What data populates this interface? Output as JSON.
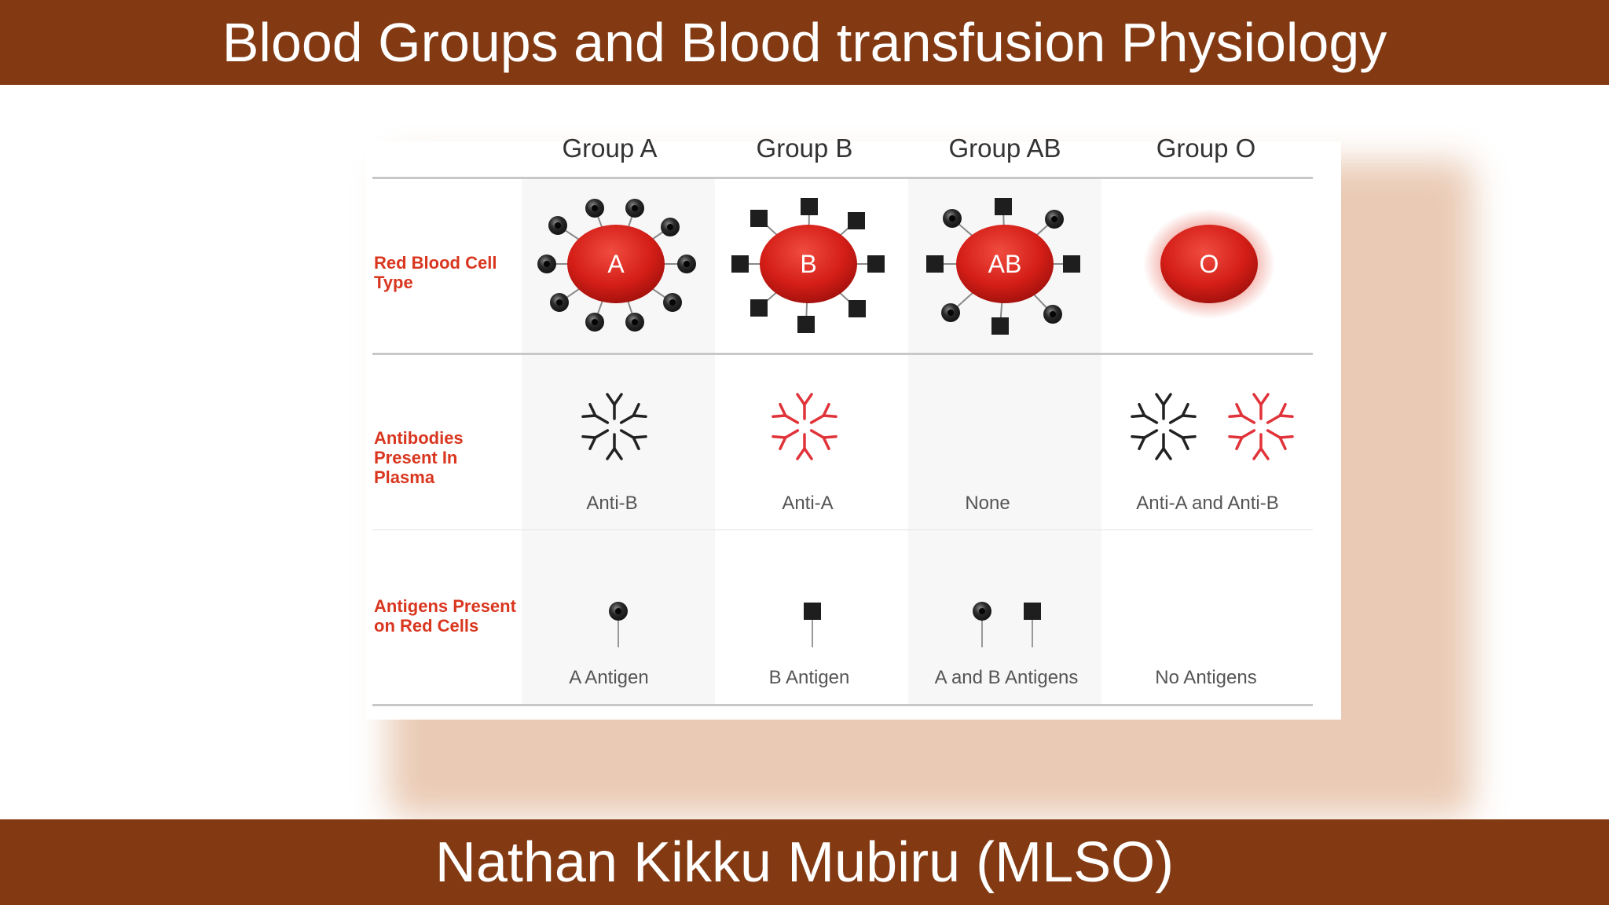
{
  "title": "Blood Groups and Blood transfusion Physiology",
  "presenter": "Nathan Kikku Mubiru (MLSO)",
  "table": {
    "row_labels": {
      "cell_type": "Red Blood Cell Type",
      "antibodies": "Antibodies Present In Plasma",
      "antigens": "Antigens Present on Red Cells"
    },
    "columns": [
      {
        "header": "Group A",
        "cell_letter": "A",
        "antibodies": "Anti-B",
        "antigens": "A Antigen"
      },
      {
        "header": "Group B",
        "cell_letter": "B",
        "antibodies": "Anti-A",
        "antigens": "B Antigen"
      },
      {
        "header": "Group AB",
        "cell_letter": "AB",
        "antibodies": "None",
        "antigens": "A and B Antigens"
      },
      {
        "header": "Group O",
        "cell_letter": "O",
        "antibodies": "Anti-A and Anti-B",
        "antigens": "No Antigens"
      }
    ]
  },
  "colors": {
    "banner": "#833a12",
    "cell_red": "#d9241c",
    "anti_a_red": "#e0333a",
    "anti_b_black": "#222222",
    "label_red": "#d9361f"
  }
}
